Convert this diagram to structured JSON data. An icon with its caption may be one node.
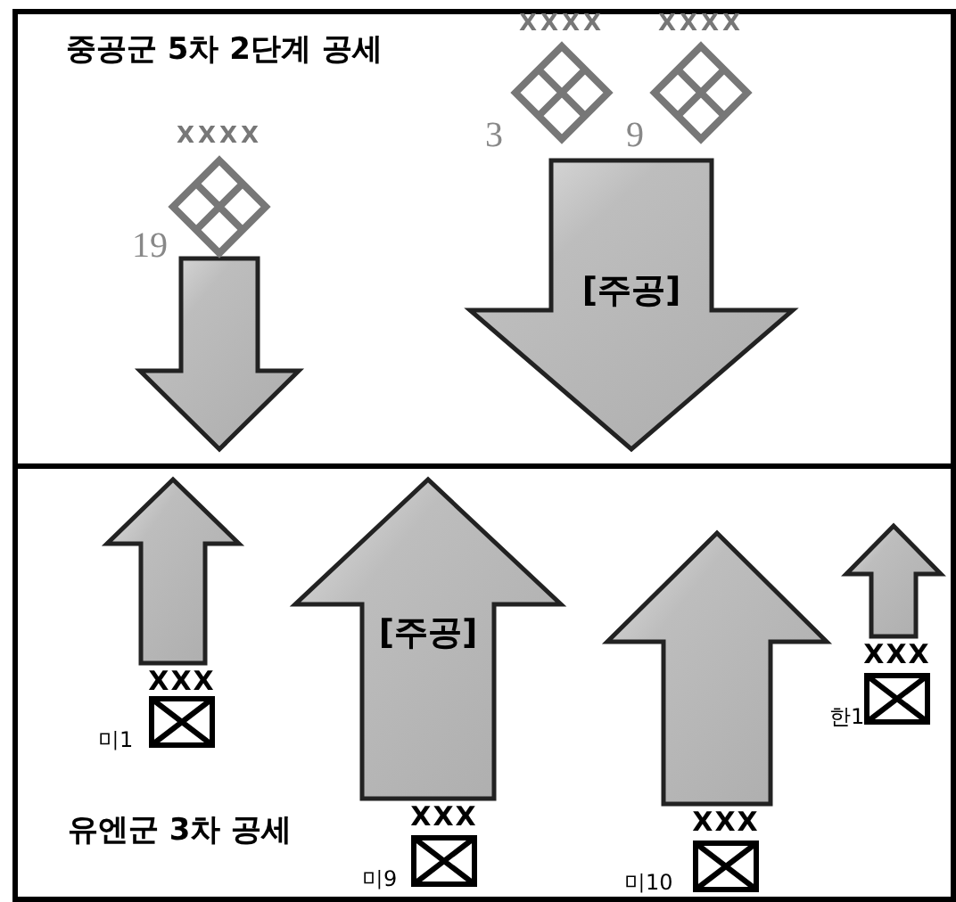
{
  "diagram": {
    "nodes": [
      {
        "text": [
          "중공군 5차 2단계 공세"
        ]
      },
      {
        "text": [
          "XXXX"
        ],
        "beside": [
          "3"
        ],
        "in": 0
      },
      {
        "text": [
          "XXXX"
        ],
        "beside": [
          "9"
        ],
        "in": 0
      },
      {
        "text": [
          "XXXX"
        ],
        "beside": [
          "19"
        ],
        "in": 0
      },
      {
        "text": [
          "유엔군 3차 공세"
        ]
      },
      {
        "text": [
          "XXX"
        ],
        "beside": [
          "미1"
        ],
        "in": 4
      },
      {
        "text": [
          "XXX"
        ],
        "beside": [
          "미9"
        ],
        "in": 4
      },
      {
        "text": [
          "XXX"
        ],
        "beside": [
          "미10"
        ],
        "in": 4
      },
      {
        "text": [
          "XXX"
        ],
        "beside": [
          "한1"
        ],
        "in": 4
      }
    ],
    "edges": [
      {
        "from": 3,
        "to": null,
        "arrow": "to"
      },
      {
        "from": 1,
        "to": null,
        "arrow": "to",
        "label": "[주공]"
      },
      {
        "from": 2,
        "to": null,
        "arrow": "to"
      },
      {
        "from": 5,
        "to": null,
        "arrow": "to"
      },
      {
        "from": 6,
        "to": null,
        "arrow": "to",
        "label": "[주공]"
      },
      {
        "from": 7,
        "to": null,
        "arrow": "to"
      },
      {
        "from": 8,
        "to": null,
        "arrow": "to"
      }
    ]
  }
}
